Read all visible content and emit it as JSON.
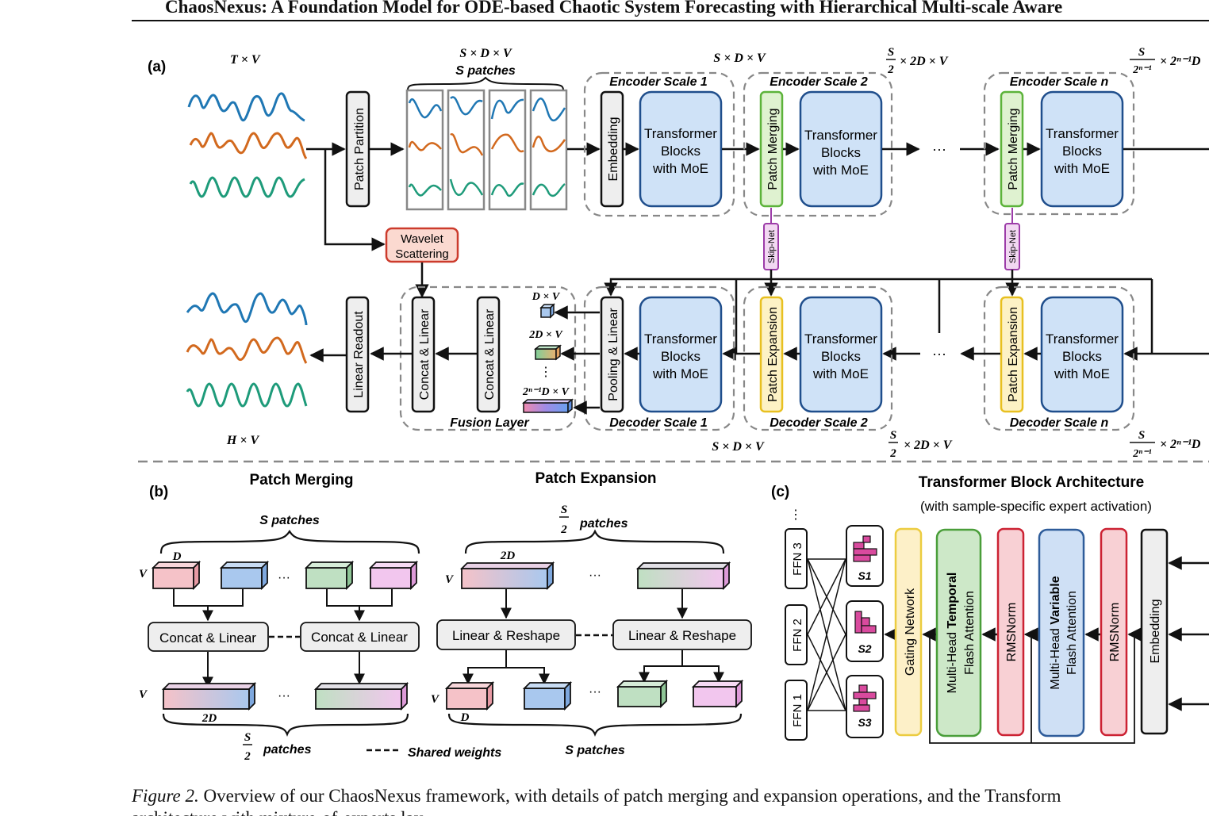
{
  "page": {
    "header": "ChaosNexus: A Foundation Model for ODE-based Chaotic System Forecasting with Hierarchical Multi-scale Aware",
    "caption_prefix": "Figure 2.",
    "caption": "Overview of our ChaosNexus framework, with details of patch merging and expansion operations, and the Transform",
    "caption_line2": "architecture with mixture-of-experts lay..."
  },
  "colors": {
    "series_blue": "#1f77b4",
    "series_orange": "#d2691e",
    "series_green": "#1e9b7a",
    "transformer_fill": "#cfe2f7",
    "transformer_stroke": "#1f4e8c",
    "merge_fill": "#dff2d0",
    "merge_stroke": "#5cb33a",
    "expand_fill": "#fdf2c5",
    "expand_stroke": "#e8c020",
    "skip_stroke": "#9c3ca8",
    "skip_fill": "#f2d8f2",
    "wavelet_fill": "#fbd9d0",
    "wavelet_stroke": "#cc3b2c",
    "rms_fill": "#f8d0d4",
    "rms_stroke": "#cc2233",
    "temporal_fill": "#cde8c8",
    "temporal_stroke": "#4a9e3a",
    "variable_fill": "#cfe0f5",
    "variable_stroke": "#2e5c9a",
    "gating_fill": "#fdf0c8",
    "gating_stroke": "#eccc40"
  },
  "panel_a": {
    "label": "(a)",
    "input_dim": "T × V",
    "output_dim": "H × V",
    "patch_partition": "Patch Partition",
    "patch_dims": "S × D × V",
    "patch_count": "S patches",
    "wavelet_line1": "Wavelet",
    "wavelet_line2": "Scattering",
    "embedding": "Embedding",
    "transformer_line1": "Transformer",
    "transformer_line2": "Blocks",
    "transformer_line3": "with MoE",
    "patch_merging": "Patch Merging",
    "patch_expansion": "Patch Expansion",
    "skip_net": "Skip-Net",
    "encoder_scale_1": "Encoder Scale 1",
    "encoder_scale_2": "Encoder Scale 2",
    "encoder_scale_n": "Encoder Scale n",
    "decoder_scale_1": "Decoder Scale 1",
    "decoder_scale_2": "Decoder Scale 2",
    "decoder_scale_n": "Decoder Scale n",
    "dim_scale1": "S × D × V",
    "dim_scale2_frac_num": "S",
    "dim_scale2_frac_den": "2",
    "dim_scale2_rest": "× 2D × V",
    "dim_scalen_frac_num": "S",
    "dim_scalen_frac_den": "2ⁿ⁻¹",
    "dim_scalen_rest": "× 2ⁿ⁻¹D",
    "ellipsis": "···",
    "pooling_linear": "Pooling & Linear",
    "concat_linear": "Concat & Linear",
    "linear_readout": "Linear Readout",
    "fusion_layer": "Fusion Layer",
    "fusion_dim1": "D × V",
    "fusion_dim2": "2D × V",
    "fusion_dim3": "2ⁿ⁻¹D × V",
    "vdots": "⋮"
  },
  "panel_b": {
    "label": "(b)",
    "merge_title": "Patch Merging",
    "expand_title": "Patch Expansion",
    "s_patches": "S patches",
    "half_num": "S",
    "half_den": "2",
    "patches_word": "patches",
    "dim_D": "D",
    "dim_2D": "2D",
    "dim_V": "V",
    "concat_linear": "Concat & Linear",
    "linear_reshape": "Linear & Reshape",
    "shared_weights": "Shared weights",
    "ellipsis": "···"
  },
  "panel_c": {
    "label": "(c)",
    "title": "Transformer Block Architecture",
    "subtitle": "(with sample-specific expert activation)",
    "ffn3": "FFN 3",
    "ffn2": "FFN 2",
    "ffn1": "FFN 1",
    "s1": "S1",
    "s2": "S2",
    "s3": "S3",
    "gating": "Gating Network",
    "temporal_prefix": "Multi-Head ",
    "temporal_bold": "Temporal",
    "temporal_line2": "Flash Attention",
    "rmsnorm": "RMSNorm",
    "variable_prefix": "Multi-Head ",
    "variable_bold": "Variable",
    "variable_line2": "Flash Attention",
    "embedding": "Embedding",
    "vdots": "⋮"
  }
}
